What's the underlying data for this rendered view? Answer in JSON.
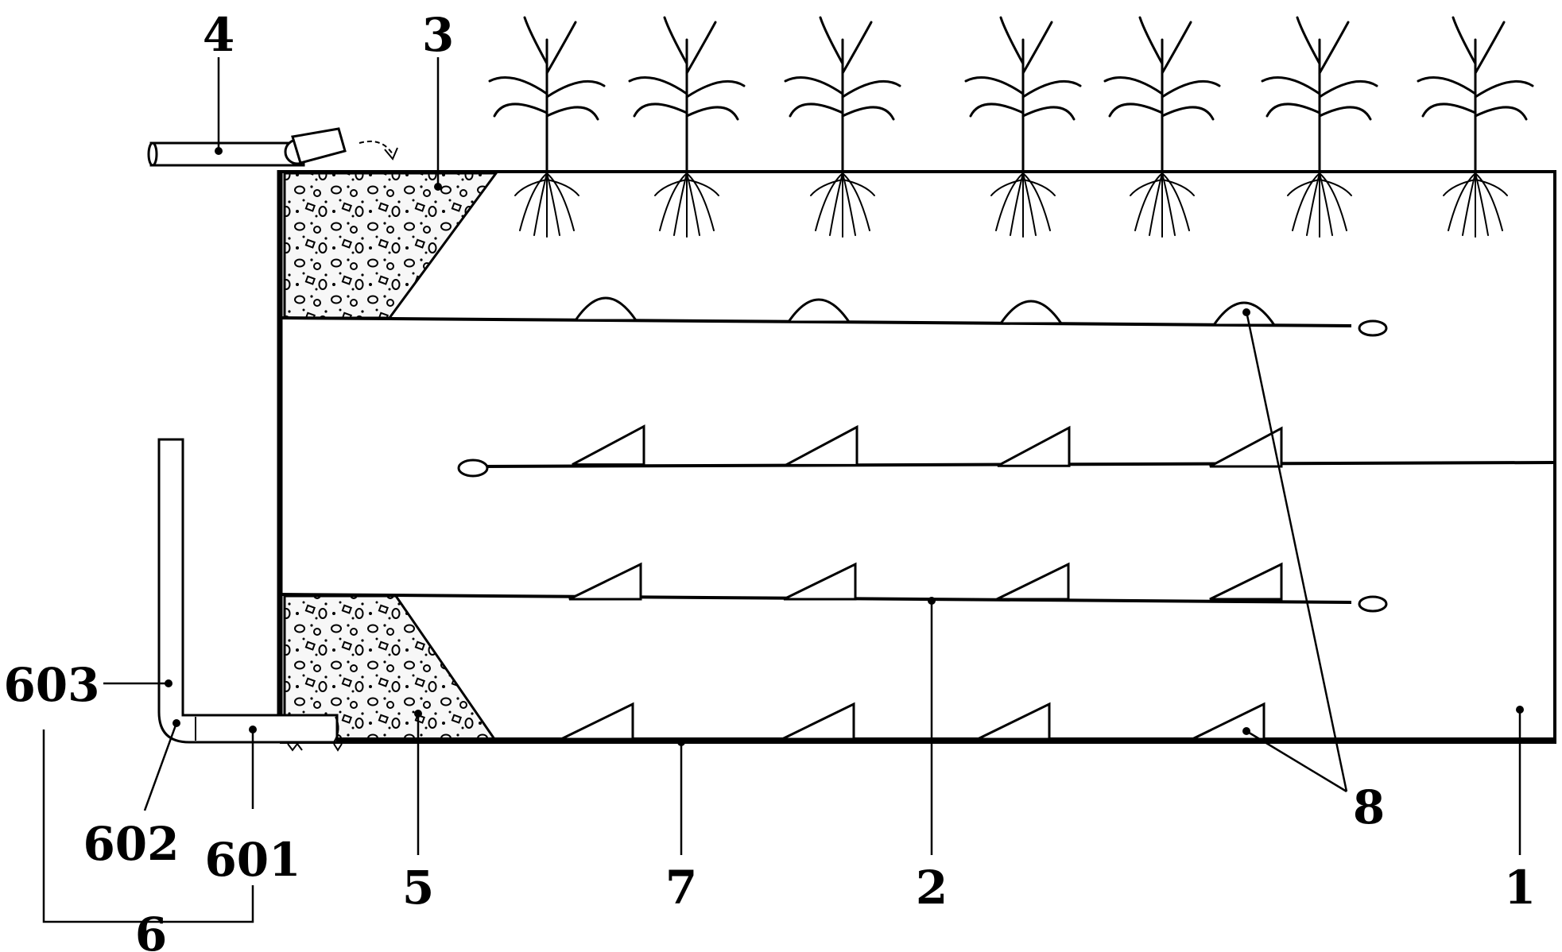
{
  "diagram": {
    "labels": {
      "tank": "1",
      "partition": "2",
      "inlet_filter": "3",
      "inlet_pipe": "4",
      "outlet_filter": "5",
      "outlet_assembly": "6",
      "outlet_horizontal_pipe": "601",
      "outlet_elbow": "602",
      "outlet_riser": "603",
      "bottom_plate": "7",
      "baffles": "8"
    },
    "plant_count": 7,
    "mound_count": 4,
    "baffle_rows": [
      4,
      4,
      4
    ]
  }
}
